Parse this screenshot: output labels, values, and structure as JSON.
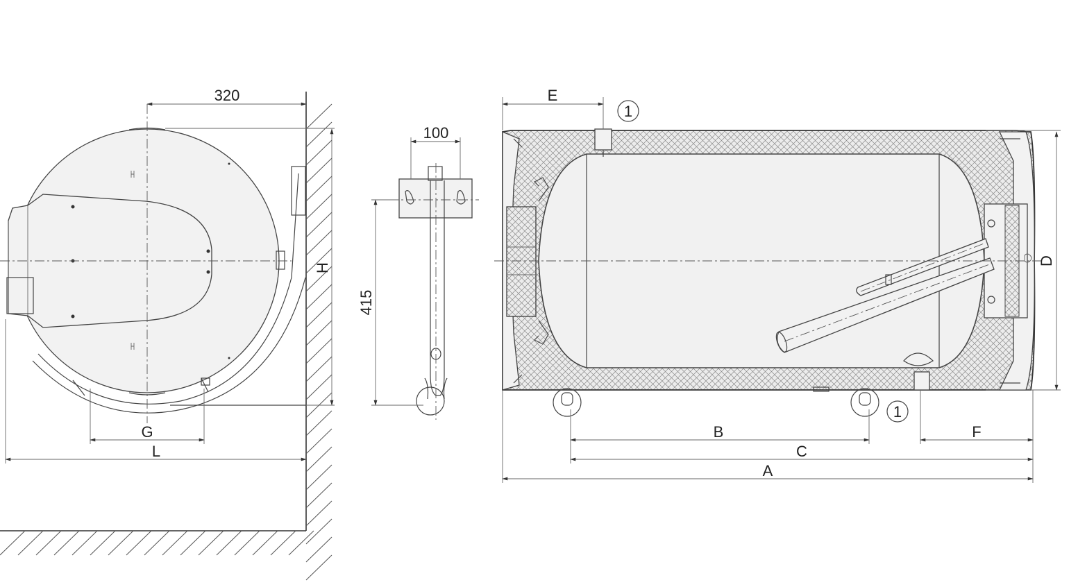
{
  "dimensions": {
    "width_320": "320",
    "bracket_100": "100",
    "height_415": "415",
    "H": "H",
    "G": "G",
    "L": "L",
    "E": "E",
    "D": "D",
    "B": "B",
    "C": "C",
    "A": "A",
    "F": "F"
  },
  "callouts": {
    "top": "1",
    "bottom": "1"
  },
  "colors": {
    "line": "#444444",
    "insulation": "#d6d6d6",
    "background": "#ffffff"
  }
}
